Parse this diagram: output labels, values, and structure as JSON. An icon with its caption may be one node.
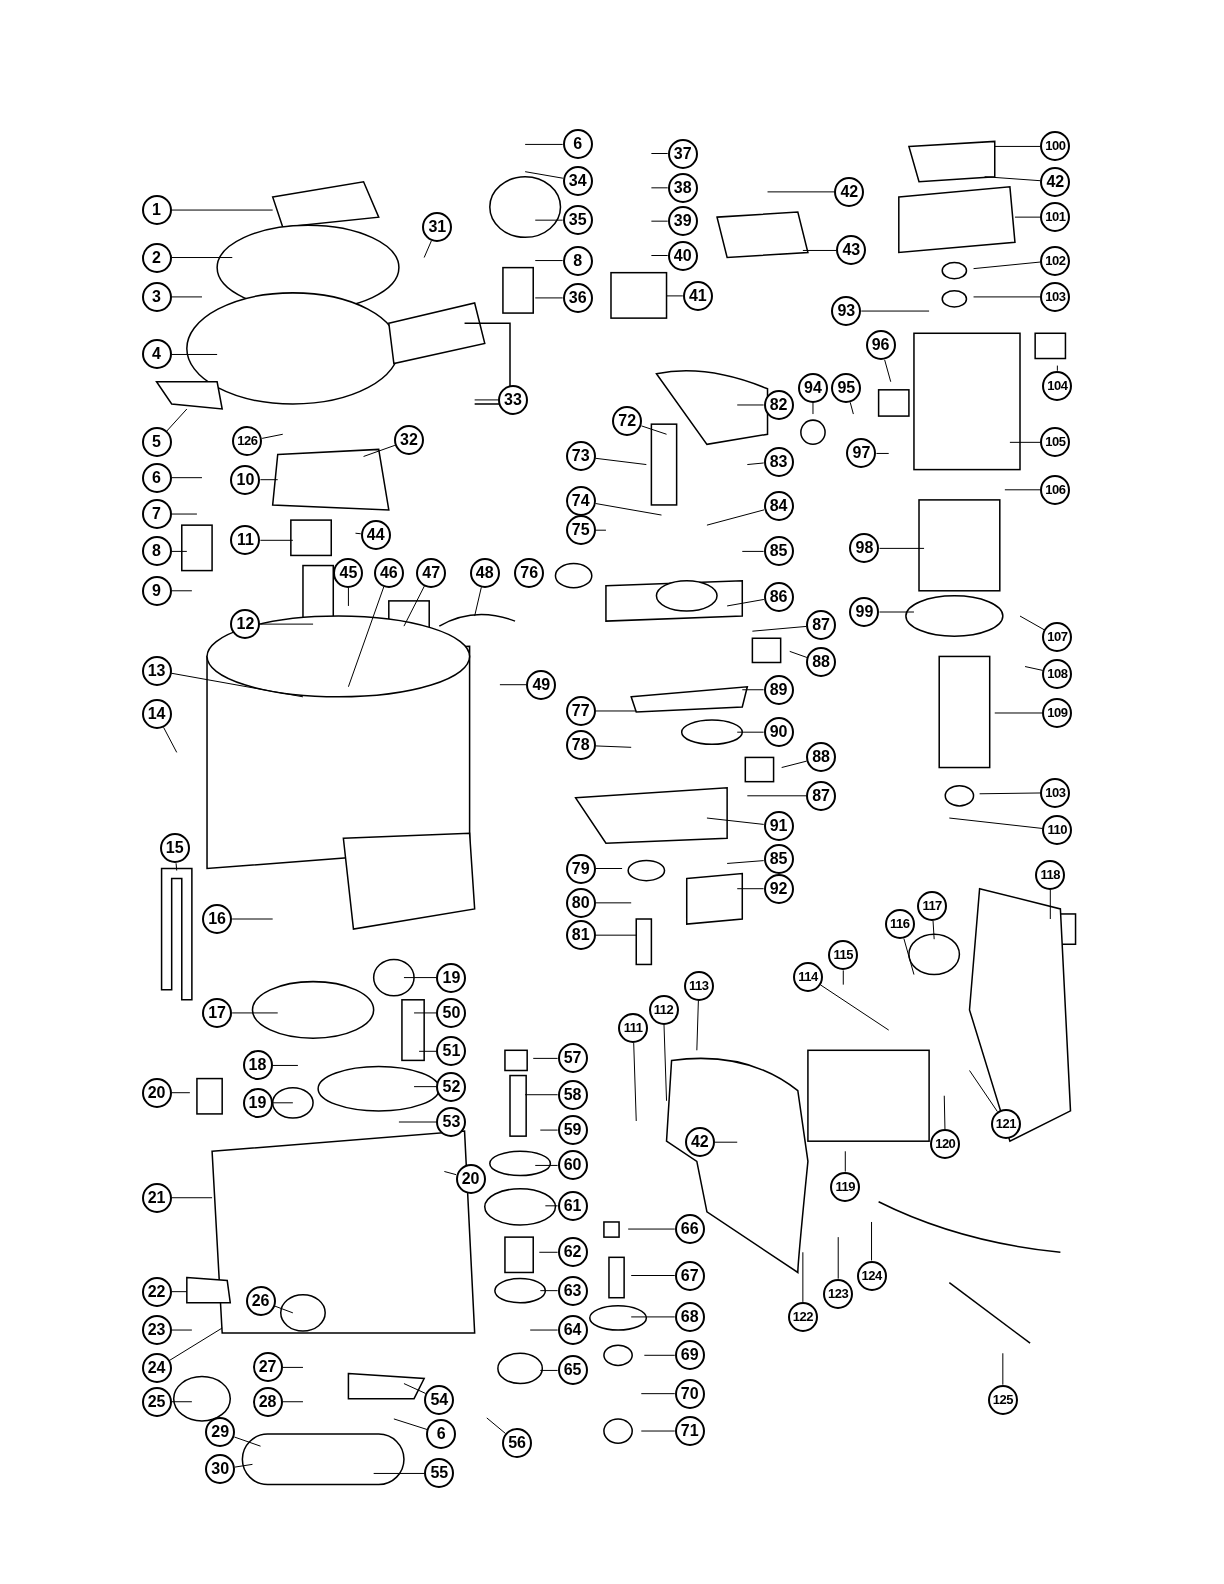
{
  "diagram": {
    "nodes": [
      {
        "text": [
          "1"
        ]
      },
      {
        "text": [
          "2"
        ]
      },
      {
        "text": [
          "3"
        ]
      },
      {
        "text": [
          "4"
        ]
      },
      {
        "text": [
          "5"
        ]
      },
      {
        "text": [
          "126"
        ]
      },
      {
        "text": [
          "32"
        ]
      },
      {
        "text": [
          "6"
        ]
      },
      {
        "text": [
          "10"
        ]
      },
      {
        "text": [
          "7"
        ]
      },
      {
        "text": [
          "11"
        ]
      },
      {
        "text": [
          "44"
        ]
      },
      {
        "text": [
          "8"
        ]
      },
      {
        "text": [
          "9"
        ]
      },
      {
        "text": [
          "12"
        ]
      },
      {
        "text": [
          "45"
        ]
      },
      {
        "text": [
          "46"
        ]
      },
      {
        "text": [
          "47"
        ]
      },
      {
        "text": [
          "48"
        ]
      },
      {
        "text": [
          "13"
        ]
      },
      {
        "text": [
          "49"
        ]
      },
      {
        "text": [
          "14"
        ]
      },
      {
        "text": [
          "15"
        ]
      },
      {
        "text": [
          "16"
        ]
      },
      {
        "text": [
          "17"
        ]
      },
      {
        "text": [
          "19"
        ]
      },
      {
        "text": [
          "50"
        ]
      },
      {
        "text": [
          "51"
        ]
      },
      {
        "text": [
          "18"
        ]
      },
      {
        "text": [
          "52"
        ]
      },
      {
        "text": [
          "20"
        ]
      },
      {
        "text": [
          "19"
        ]
      },
      {
        "text": [
          "53"
        ]
      },
      {
        "text": [
          "20"
        ]
      },
      {
        "text": [
          "21"
        ]
      },
      {
        "text": [
          "22"
        ]
      },
      {
        "text": [
          "26"
        ]
      },
      {
        "text": [
          "23"
        ]
      },
      {
        "text": [
          "24"
        ]
      },
      {
        "text": [
          "27"
        ]
      },
      {
        "text": [
          "25"
        ]
      },
      {
        "text": [
          "28"
        ]
      },
      {
        "text": [
          "54"
        ]
      },
      {
        "text": [
          "29"
        ]
      },
      {
        "text": [
          "6"
        ]
      },
      {
        "text": [
          "56"
        ]
      },
      {
        "text": [
          "30"
        ]
      },
      {
        "text": [
          "55"
        ]
      },
      {
        "text": [
          "31"
        ]
      },
      {
        "text": [
          "33"
        ]
      },
      {
        "text": [
          "6"
        ]
      },
      {
        "text": [
          "34"
        ]
      },
      {
        "text": [
          "35"
        ]
      },
      {
        "text": [
          "8"
        ]
      },
      {
        "text": [
          "36"
        ]
      },
      {
        "text": [
          "37"
        ]
      },
      {
        "text": [
          "38"
        ]
      },
      {
        "text": [
          "39"
        ]
      },
      {
        "text": [
          "40"
        ]
      },
      {
        "text": [
          "41"
        ]
      },
      {
        "text": [
          "42"
        ]
      },
      {
        "text": [
          "43"
        ]
      },
      {
        "text": [
          "82"
        ]
      },
      {
        "text": [
          "72"
        ]
      },
      {
        "text": [
          "73"
        ]
      },
      {
        "text": [
          "83"
        ]
      },
      {
        "text": [
          "74"
        ]
      },
      {
        "text": [
          "84"
        ]
      },
      {
        "text": [
          "75"
        ]
      },
      {
        "text": [
          "85"
        ]
      },
      {
        "text": [
          "86"
        ]
      },
      {
        "text": [
          "87"
        ]
      },
      {
        "text": [
          "88"
        ]
      },
      {
        "text": [
          "89"
        ]
      },
      {
        "text": [
          "77"
        ]
      },
      {
        "text": [
          "90"
        ]
      },
      {
        "text": [
          "78"
        ]
      },
      {
        "text": [
          "88"
        ]
      },
      {
        "text": [
          "87"
        ]
      },
      {
        "text": [
          "91"
        ]
      },
      {
        "text": [
          "79"
        ]
      },
      {
        "text": [
          "85"
        ]
      },
      {
        "text": [
          "92"
        ]
      },
      {
        "text": [
          "80"
        ]
      },
      {
        "text": [
          "81"
        ]
      },
      {
        "text": [
          "100"
        ]
      },
      {
        "text": [
          "42"
        ]
      },
      {
        "text": [
          "101"
        ]
      },
      {
        "text": [
          "93"
        ]
      },
      {
        "text": [
          "102"
        ]
      },
      {
        "text": [
          "103"
        ]
      },
      {
        "text": [
          "104"
        ]
      },
      {
        "text": [
          "96"
        ]
      },
      {
        "text": [
          "95"
        ]
      },
      {
        "text": [
          "94"
        ]
      },
      {
        "text": [
          "97"
        ]
      },
      {
        "text": [
          "105"
        ]
      },
      {
        "text": [
          "106"
        ]
      },
      {
        "text": [
          "98"
        ]
      },
      {
        "text": [
          "99"
        ]
      },
      {
        "text": [
          "107"
        ]
      },
      {
        "text": [
          "108"
        ]
      },
      {
        "text": [
          "109"
        ]
      },
      {
        "text": [
          "103"
        ]
      },
      {
        "text": [
          "110"
        ]
      },
      {
        "text": [
          "57"
        ]
      },
      {
        "text": [
          "58"
        ]
      },
      {
        "text": [
          "59"
        ]
      },
      {
        "text": [
          "60"
        ]
      },
      {
        "text": [
          "61"
        ]
      },
      {
        "text": [
          "62"
        ]
      },
      {
        "text": [
          "63"
        ]
      },
      {
        "text": [
          "64"
        ]
      },
      {
        "text": [
          "65"
        ]
      },
      {
        "text": [
          "66"
        ]
      },
      {
        "text": [
          "67"
        ]
      },
      {
        "text": [
          "68"
        ]
      },
      {
        "text": [
          "69"
        ]
      },
      {
        "text": [
          "70"
        ]
      },
      {
        "text": [
          "71"
        ]
      },
      {
        "text": [
          "111"
        ]
      },
      {
        "text": [
          "112"
        ]
      },
      {
        "text": [
          "113"
        ]
      },
      {
        "text": [
          "42"
        ]
      },
      {
        "text": [
          "114"
        ]
      },
      {
        "text": [
          "115"
        ]
      },
      {
        "text": [
          "116"
        ]
      },
      {
        "text": [
          "117"
        ]
      },
      {
        "text": [
          "118"
        ]
      },
      {
        "text": [
          "119"
        ]
      },
      {
        "text": [
          "120"
        ]
      },
      {
        "text": [
          "121"
        ]
      },
      {
        "text": [
          "122"
        ]
      },
      {
        "text": [
          "123"
        ]
      },
      {
        "text": [
          "124"
        ]
      },
      {
        "text": [
          "125"
        ]
      },
      {
        "text": [
          "76"
        ]
      }
    ],
    "edges": [
      {
        "from": 0,
        "to": null,
        "arrow": "none"
      },
      {
        "from": 1,
        "to": null,
        "arrow": "none"
      },
      {
        "from": 2,
        "to": null,
        "arrow": "none"
      },
      {
        "from": 3,
        "to": null,
        "arrow": "none"
      },
      {
        "from": 4,
        "to": null,
        "arrow": "none"
      },
      {
        "from": 5,
        "to": null,
        "arrow": "none"
      },
      {
        "from": 6,
        "to": null,
        "arrow": "none"
      },
      {
        "from": 7,
        "to": null,
        "arrow": "none"
      },
      {
        "from": 8,
        "to": null,
        "arrow": "none"
      },
      {
        "from": 9,
        "to": null,
        "arrow": "none"
      },
      {
        "from": 10,
        "to": null,
        "arrow": "none"
      },
      {
        "from": 11,
        "to": null,
        "arrow": "none"
      },
      {
        "from": 12,
        "to": null,
        "arrow": "none"
      },
      {
        "from": 13,
        "to": null,
        "arrow": "none"
      },
      {
        "from": 14,
        "to": null,
        "arrow": "none"
      },
      {
        "from": 15,
        "to": null,
        "arrow": "none"
      },
      {
        "from": 16,
        "to": null,
        "arrow": "none"
      },
      {
        "from": 17,
        "to": null,
        "arrow": "none"
      },
      {
        "from": 18,
        "to": null,
        "arrow": "none"
      },
      {
        "from": 19,
        "to": null,
        "arrow": "none"
      },
      {
        "from": 20,
        "to": null,
        "arrow": "none"
      },
      {
        "from": 21,
        "to": null,
        "arrow": "none"
      },
      {
        "from": 22,
        "to": null,
        "arrow": "none"
      },
      {
        "from": 23,
        "to": null,
        "arrow": "none"
      },
      {
        "from": 24,
        "to": null,
        "arrow": "none"
      },
      {
        "from": 25,
        "to": null,
        "arrow": "none"
      },
      {
        "from": 26,
        "to": null,
        "arrow": "none"
      },
      {
        "from": 27,
        "to": null,
        "arrow": "none"
      },
      {
        "from": 28,
        "to": null,
        "arrow": "none"
      },
      {
        "from": 29,
        "to": null,
        "arrow": "none"
      },
      {
        "from": 30,
        "to": null,
        "arrow": "none"
      },
      {
        "from": 31,
        "to": null,
        "arrow": "none"
      },
      {
        "from": 32,
        "to": null,
        "arrow": "none"
      },
      {
        "from": 33,
        "to": null,
        "arrow": "none"
      },
      {
        "from": 34,
        "to": null,
        "arrow": "none"
      },
      {
        "from": 35,
        "to": null,
        "arrow": "none"
      },
      {
        "from": 36,
        "to": null,
        "arrow": "none"
      },
      {
        "from": 37,
        "to": null,
        "arrow": "none"
      },
      {
        "from": 38,
        "to": null,
        "arrow": "none"
      },
      {
        "from": 39,
        "to": null,
        "arrow": "none"
      },
      {
        "from": 40,
        "to": null,
        "arrow": "none"
      },
      {
        "from": 41,
        "to": null,
        "arrow": "none"
      },
      {
        "from": 42,
        "to": null,
        "arrow": "none"
      },
      {
        "from": 43,
        "to": null,
        "arrow": "none"
      },
      {
        "from": 44,
        "to": null,
        "arrow": "none"
      },
      {
        "from": 45,
        "to": null,
        "arrow": "none"
      },
      {
        "from": 46,
        "to": null,
        "arrow": "none"
      },
      {
        "from": 47,
        "to": null,
        "arrow": "none"
      },
      {
        "from": 48,
        "to": null,
        "arrow": "none"
      },
      {
        "from": 49,
        "to": null,
        "arrow": "none"
      },
      {
        "from": 50,
        "to": null,
        "arrow": "none"
      },
      {
        "from": 51,
        "to": null,
        "arrow": "none"
      },
      {
        "from": 52,
        "to": null,
        "arrow": "none"
      },
      {
        "from": 53,
        "to": null,
        "arrow": "none"
      },
      {
        "from": 54,
        "to": null,
        "arrow": "none"
      },
      {
        "from": 55,
        "to": null,
        "arrow": "none"
      },
      {
        "from": 56,
        "to": null,
        "arrow": "none"
      },
      {
        "from": 57,
        "to": null,
        "arrow": "none"
      },
      {
        "from": 58,
        "to": null,
        "arrow": "none"
      },
      {
        "from": 59,
        "to": null,
        "arrow": "none"
      },
      {
        "from": 60,
        "to": null,
        "arrow": "none"
      },
      {
        "from": 61,
        "to": null,
        "arrow": "none"
      },
      {
        "from": 62,
        "to": null,
        "arrow": "none"
      },
      {
        "from": 63,
        "to": null,
        "arrow": "none"
      },
      {
        "from": 64,
        "to": null,
        "arrow": "none"
      },
      {
        "from": 65,
        "to": null,
        "arrow": "none"
      },
      {
        "from": 66,
        "to": null,
        "arrow": "none"
      },
      {
        "from": 67,
        "to": null,
        "arrow": "none"
      },
      {
        "from": 68,
        "to": null,
        "arrow": "none"
      },
      {
        "from": 69,
        "to": null,
        "arrow": "none"
      },
      {
        "from": 70,
        "to": null,
        "arrow": "none"
      },
      {
        "from": 71,
        "to": null,
        "arrow": "none"
      },
      {
        "from": 72,
        "to": null,
        "arrow": "none"
      },
      {
        "from": 73,
        "to": null,
        "arrow": "none"
      },
      {
        "from": 74,
        "to": null,
        "arrow": "none"
      },
      {
        "from": 75,
        "to": null,
        "arrow": "none"
      },
      {
        "from": 76,
        "to": null,
        "arrow": "none"
      },
      {
        "from": 77,
        "to": null,
        "arrow": "none"
      },
      {
        "from": 78,
        "to": null,
        "arrow": "none"
      },
      {
        "from": 79,
        "to": null,
        "arrow": "none"
      },
      {
        "from": 80,
        "to": null,
        "arrow": "none"
      },
      {
        "from": 81,
        "to": null,
        "arrow": "none"
      },
      {
        "from": 82,
        "to": null,
        "arrow": "none"
      },
      {
        "from": 83,
        "to": null,
        "arrow": "none"
      },
      {
        "from": 84,
        "to": null,
        "arrow": "none"
      },
      {
        "from": 85,
        "to": null,
        "arrow": "none"
      },
      {
        "from": 86,
        "to": null,
        "arrow": "none"
      },
      {
        "from": 87,
        "to": null,
        "arrow": "none"
      },
      {
        "from": 88,
        "to": null,
        "arrow": "none"
      },
      {
        "from": 89,
        "to": null,
        "arrow": "none"
      },
      {
        "from": 90,
        "to": null,
        "arrow": "none"
      },
      {
        "from": 91,
        "to": null,
        "arrow": "none"
      },
      {
        "from": 92,
        "to": null,
        "arrow": "none"
      },
      {
        "from": 93,
        "to": null,
        "arrow": "none"
      },
      {
        "from": 94,
        "to": null,
        "arrow": "none"
      },
      {
        "from": 95,
        "to": null,
        "arrow": "none"
      },
      {
        "from": 96,
        "to": null,
        "arrow": "none"
      },
      {
        "from": 97,
        "to": null,
        "arrow": "none"
      },
      {
        "from": 98,
        "to": null,
        "arrow": "none"
      },
      {
        "from": 99,
        "to": null,
        "arrow": "none"
      },
      {
        "from": 100,
        "to": null,
        "arrow": "none"
      },
      {
        "from": 101,
        "to": null,
        "arrow": "none"
      },
      {
        "from": 102,
        "to": null,
        "arrow": "none"
      },
      {
        "from": 103,
        "to": null,
        "arrow": "none"
      },
      {
        "from": 104,
        "to": null,
        "arrow": "none"
      },
      {
        "from": 105,
        "to": null,
        "arrow": "none"
      },
      {
        "from": 106,
        "to": null,
        "arrow": "none"
      },
      {
        "from": 107,
        "to": null,
        "arrow": "none"
      },
      {
        "from": 108,
        "to": null,
        "arrow": "none"
      },
      {
        "from": 109,
        "to": null,
        "arrow": "none"
      },
      {
        "from": 110,
        "to": null,
        "arrow": "none"
      },
      {
        "from": 111,
        "to": null,
        "arrow": "none"
      },
      {
        "from": 112,
        "to": null,
        "arrow": "none"
      },
      {
        "from": 113,
        "to": null,
        "arrow": "none"
      },
      {
        "from": 114,
        "to": null,
        "arrow": "none"
      },
      {
        "from": 115,
        "to": null,
        "arrow": "none"
      },
      {
        "from": 116,
        "to": null,
        "arrow": "none"
      },
      {
        "from": 117,
        "to": null,
        "arrow": "none"
      },
      {
        "from": 118,
        "to": null,
        "arrow": "none"
      },
      {
        "from": 119,
        "to": null,
        "arrow": "none"
      },
      {
        "from": 120,
        "to": null,
        "arrow": "none"
      },
      {
        "from": 121,
        "to": null,
        "arrow": "none"
      },
      {
        "from": 122,
        "to": null,
        "arrow": "none"
      },
      {
        "from": 123,
        "to": null,
        "arrow": "none"
      },
      {
        "from": 124,
        "to": null,
        "arrow": "none"
      },
      {
        "from": 125,
        "to": null,
        "arrow": "none"
      },
      {
        "from": 126,
        "to": null,
        "arrow": "none"
      },
      {
        "from": 127,
        "to": null,
        "arrow": "none"
      },
      {
        "from": 128,
        "to": null,
        "arrow": "none"
      },
      {
        "from": 129,
        "to": null,
        "arrow": "none"
      },
      {
        "from": 130,
        "to": null,
        "arrow": "none"
      },
      {
        "from": 131,
        "to": null,
        "arrow": "none"
      },
      {
        "from": 132,
        "to": null,
        "arrow": "none"
      },
      {
        "from": 133,
        "to": null,
        "arrow": "none"
      },
      {
        "from": 134,
        "to": null,
        "arrow": "none"
      },
      {
        "from": 135,
        "to": null,
        "arrow": "none"
      }
    ],
    "labels": []
  }
}
